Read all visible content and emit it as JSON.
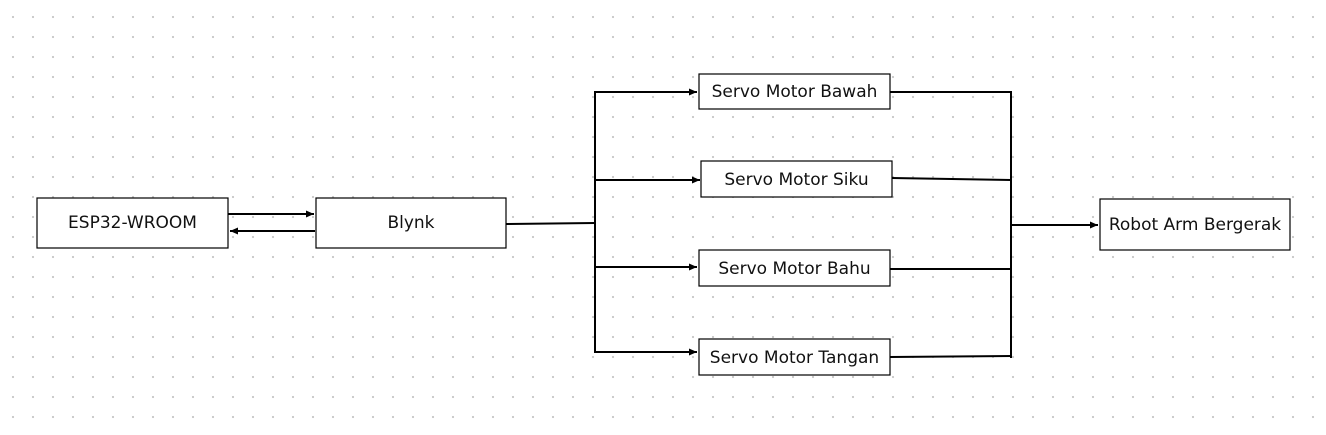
{
  "diagram": {
    "nodes": {
      "esp32": {
        "label": "ESP32-WROOM"
      },
      "blynk": {
        "label": "Blynk"
      },
      "servo_bawah": {
        "label": "Servo Motor Bawah"
      },
      "servo_siku": {
        "label": "Servo Motor Siku"
      },
      "servo_bahu": {
        "label": "Servo Motor Bahu"
      },
      "servo_tangan": {
        "label": "Servo Motor Tangan"
      },
      "robot_arm": {
        "label": "Robot Arm Bergerak"
      }
    },
    "edges": [
      {
        "from": "esp32",
        "to": "blynk"
      },
      {
        "from": "blynk",
        "to": "esp32"
      },
      {
        "from": "blynk",
        "to": "servo_bawah"
      },
      {
        "from": "blynk",
        "to": "servo_siku"
      },
      {
        "from": "blynk",
        "to": "servo_bahu"
      },
      {
        "from": "blynk",
        "to": "servo_tangan"
      },
      {
        "from": "servo_bawah",
        "to": "robot_arm"
      },
      {
        "from": "servo_siku",
        "to": "robot_arm"
      },
      {
        "from": "servo_bahu",
        "to": "robot_arm"
      },
      {
        "from": "servo_tangan",
        "to": "robot_arm"
      }
    ]
  }
}
